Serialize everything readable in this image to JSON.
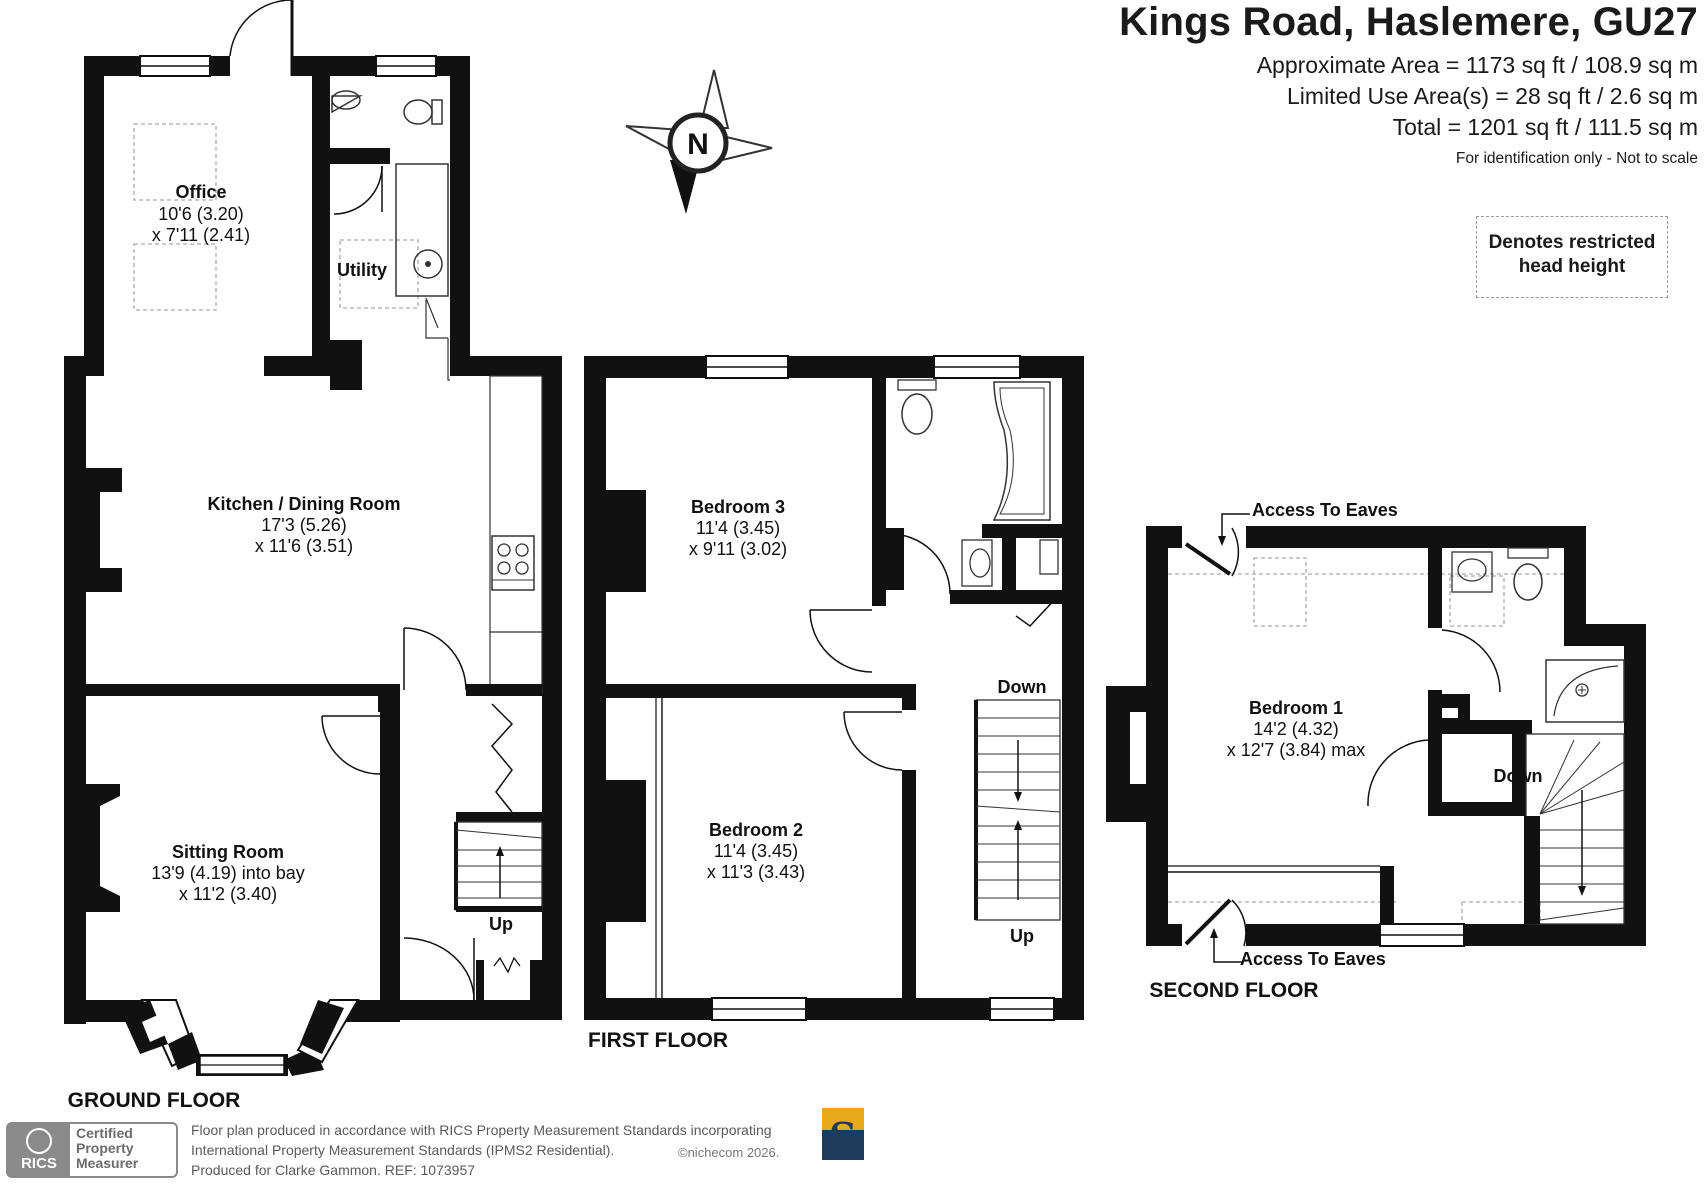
{
  "header": {
    "title": "Kings Road, Haslemere, GU27",
    "approximate_area": "Approximate Area = 1173 sq ft / 108.9 sq m",
    "limited_use_area": "Limited Use Area(s) = 28 sq ft / 2.6 sq m",
    "total": "Total = 1201 sq ft / 111.5 sq m",
    "note": "For identification only - Not to scale"
  },
  "legend": {
    "line1": "Denotes restricted",
    "line2": "head height"
  },
  "compass": {
    "label": "N"
  },
  "floors": {
    "ground": {
      "label": "GROUND FLOOR",
      "rooms": {
        "office": {
          "name": "Office",
          "dim1": "10'6 (3.20)",
          "dim2": "x 7'11 (2.41)"
        },
        "utility": {
          "name": "Utility"
        },
        "kitchen": {
          "name": "Kitchen / Dining Room",
          "dim1": "17'3 (5.26)",
          "dim2": "x 11'6 (3.51)"
        },
        "sitting": {
          "name": "Sitting Room",
          "dim1": "13'9 (4.19) into bay",
          "dim2": "x 11'2 (3.40)"
        }
      },
      "stairs": "Up"
    },
    "first": {
      "label": "FIRST FLOOR",
      "rooms": {
        "bedroom3": {
          "name": "Bedroom 3",
          "dim1": "11'4 (3.45)",
          "dim2": "x 9'11 (3.02)"
        },
        "bedroom2": {
          "name": "Bedroom 2",
          "dim1": "11'4 (3.45)",
          "dim2": "x 11'3 (3.43)"
        }
      },
      "stairs_down": "Down",
      "stairs_up": "Up"
    },
    "second": {
      "label": "SECOND FLOOR",
      "rooms": {
        "bedroom1": {
          "name": "Bedroom 1",
          "dim1": "14'2 (4.32)",
          "dim2": "x 12'7 (3.84) max"
        }
      },
      "eaves_top": "Access To Eaves",
      "eaves_bottom": "Access To Eaves",
      "stairs_down": "Down"
    }
  },
  "footer": {
    "rics_abbrev": "RICS",
    "rics_line1": "Certified",
    "rics_line2": "Property",
    "rics_line3": "Measurer",
    "text1": "Floor plan produced in accordance with RICS Property Measurement Standards incorporating",
    "text2": "International Property Measurement Standards (IPMS2 Residential).",
    "text3": "Produced for Clarke Gammon.   REF: 1073957",
    "copyright": "©nichecom 2026.",
    "logo_letter": "S"
  }
}
